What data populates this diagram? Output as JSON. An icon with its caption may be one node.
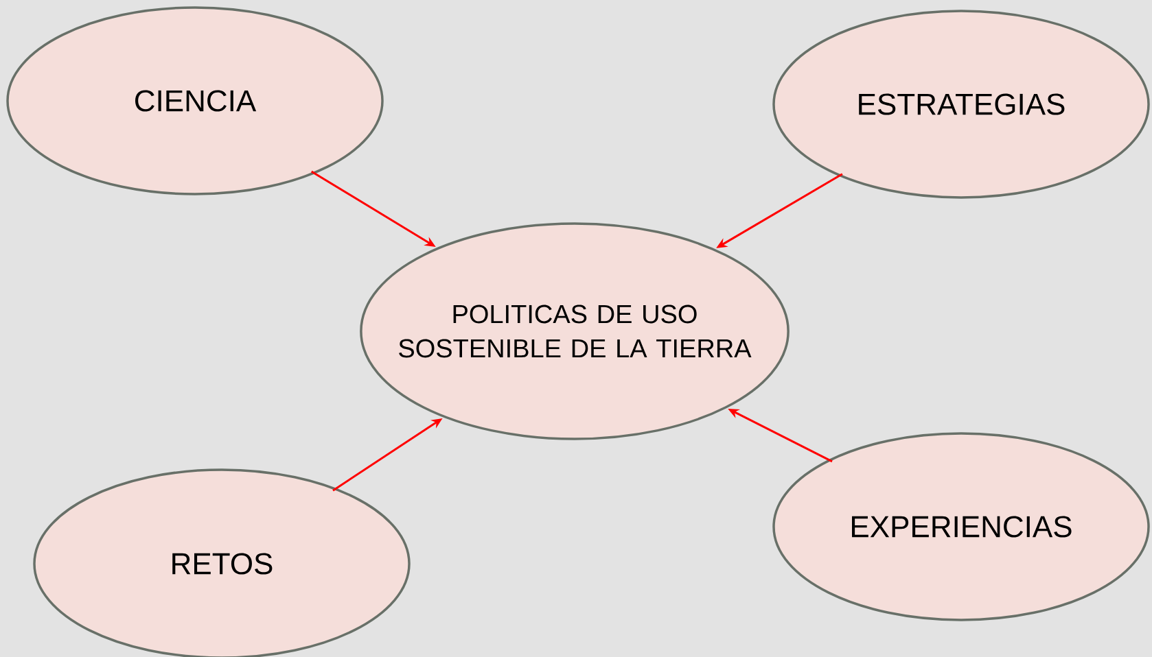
{
  "diagram": {
    "nodes": [
      {
        "text": [
          "CIENCIA"
        ]
      },
      {
        "text": [
          "ESTRATEGIAS"
        ]
      },
      {
        "text": [
          "POLITICAS DE USO SOSTENIBLE DE LA TIERRA"
        ]
      },
      {
        "text": [
          "RETOS"
        ]
      },
      {
        "text": [
          "EXPERIENCIAS"
        ]
      }
    ],
    "edges": [
      {
        "from": 0,
        "to": 2,
        "arrow": "to"
      },
      {
        "from": 1,
        "to": 2,
        "arrow": "to"
      },
      {
        "from": 3,
        "to": 2,
        "arrow": "to"
      },
      {
        "from": 4,
        "to": 2,
        "arrow": "to"
      }
    ]
  }
}
